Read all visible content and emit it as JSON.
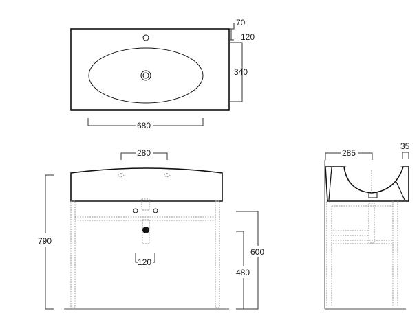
{
  "dimensions": {
    "top_view": {
      "depth_rim": "70",
      "tap_hole_offset": "120",
      "depth": "340",
      "width": "680"
    },
    "front_view": {
      "tap_spacing": "280",
      "waste_spacing": "120",
      "total_height": "790",
      "rim_height": "600",
      "waste_height": "480"
    },
    "side_view": {
      "bowl_depth": "285",
      "back_thickness": "35"
    }
  }
}
